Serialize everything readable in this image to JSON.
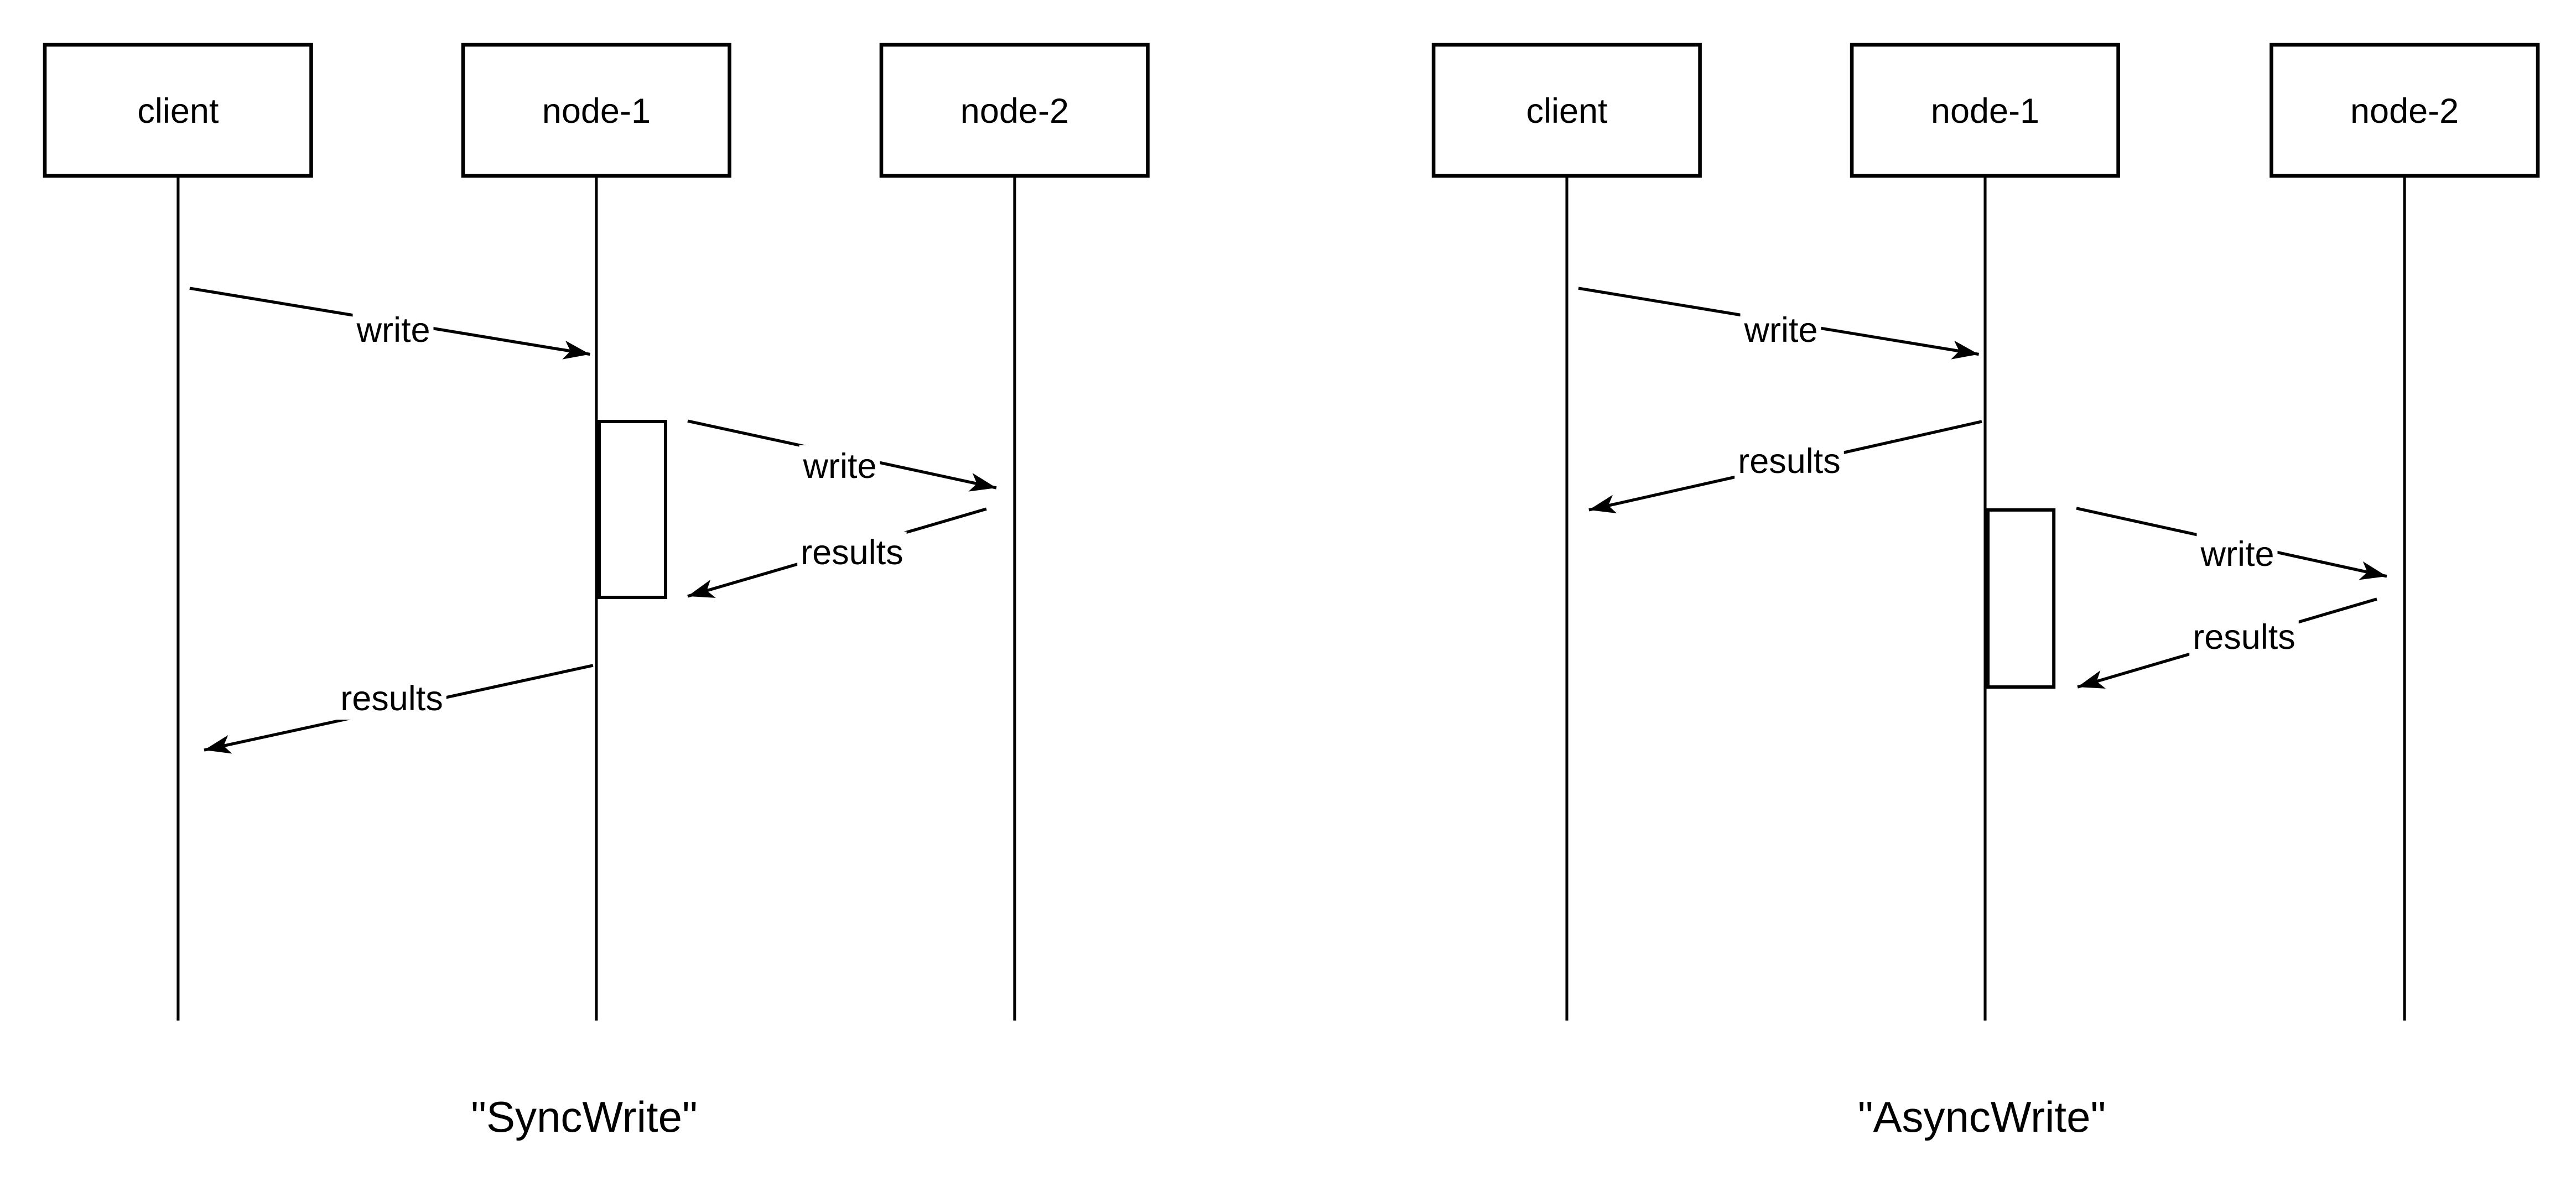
{
  "colors": {
    "ink": "#000000",
    "background": "#ffffff"
  },
  "diagrams": [
    {
      "name": "sync-write",
      "caption": "\"SyncWrite\"",
      "participants": [
        "client",
        "node-1",
        "node-2"
      ],
      "messages": [
        {
          "from": "client",
          "to": "node-1",
          "label": "write"
        },
        {
          "from": "node-1",
          "to": "node-2",
          "label": "write"
        },
        {
          "from": "node-2",
          "to": "node-1",
          "label": "results"
        },
        {
          "from": "node-1",
          "to": "client",
          "label": "results"
        }
      ]
    },
    {
      "name": "async-write",
      "caption": "\"AsyncWrite\"",
      "participants": [
        "client",
        "node-1",
        "node-2"
      ],
      "messages": [
        {
          "from": "client",
          "to": "node-1",
          "label": "write"
        },
        {
          "from": "node-1",
          "to": "client",
          "label": "results"
        },
        {
          "from": "node-1",
          "to": "node-2",
          "label": "write"
        },
        {
          "from": "node-2",
          "to": "node-1",
          "label": "results"
        }
      ]
    }
  ]
}
